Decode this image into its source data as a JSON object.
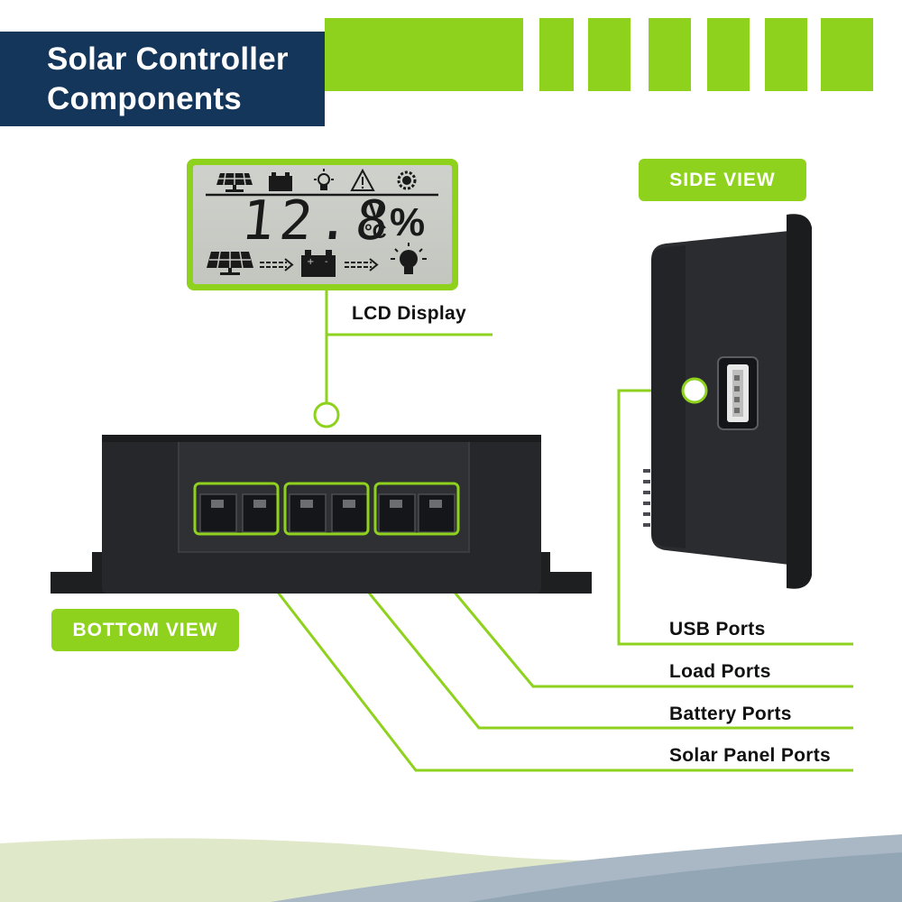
{
  "header": {
    "title_line1": "Solar Controller",
    "title_line2": "Components"
  },
  "labels": {
    "side_view": "SIDE VIEW",
    "bottom_view": "BOTTOM VIEW"
  },
  "lcd": {
    "reading": "12.8",
    "unit_voltage": "V",
    "unit_temperature": "°C",
    "unit_percent": "%"
  },
  "callouts": {
    "lcd_display": "LCD Display",
    "usb_ports": "USB Ports",
    "load_ports": "Load Ports",
    "battery_ports": "Battery Ports",
    "solar_panel_ports": "Solar Panel Ports"
  },
  "colors": {
    "accent_green": "#8ed21d",
    "navy": "#13365a",
    "device_body": "#202224",
    "lcd_background": "#c8cac5"
  },
  "icons": [
    "solar-panel-icon",
    "battery-icon",
    "lightbulb-icon",
    "warning-triangle-icon",
    "gear-icon",
    "arrow-icon",
    "usb-port-icon"
  ]
}
